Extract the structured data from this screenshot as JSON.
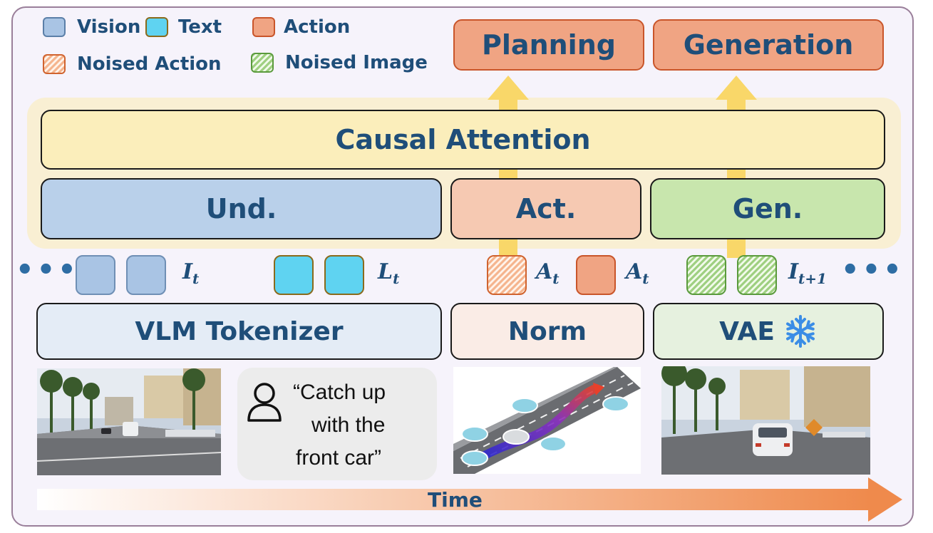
{
  "legend": {
    "vision": "Vision",
    "text": "Text",
    "action": "Action",
    "noised_action": "Noised Action",
    "noised_image": "Noised Image"
  },
  "outputs": {
    "planning": "Planning",
    "generation": "Generation"
  },
  "transformer": {
    "causal_attention": "Causal Attention",
    "und": "Und.",
    "act": "Act.",
    "gen": "Gen."
  },
  "tokens": {
    "dots_left": "•••",
    "dots_right": "•••",
    "vision_symbol": "I",
    "vision_sub": "t",
    "text_symbol": "L",
    "text_sub": "t",
    "noised_action_symbol": "A",
    "noised_action_sub": "t",
    "action_symbol": "A",
    "action_sub": "t",
    "noised_image_symbol": "I",
    "noised_image_sub": "t+1"
  },
  "encoders": {
    "vlm_tokenizer": "VLM Tokenizer",
    "norm": "Norm",
    "vae": "VAE"
  },
  "inputs": {
    "instruction_line1": "“Catch up",
    "instruction_line2": "with the",
    "instruction_line3": "front car”"
  },
  "time_label": "Time",
  "colors": {
    "vision": "#a9c4e4",
    "text": "#5fd3f1",
    "action": "#f0a483",
    "noised_action_border": "#d0632f",
    "noised_image_border": "#5a9a3c",
    "causal_attention": "#fbeebb",
    "und": "#b9d0ea",
    "act": "#f6c9b2",
    "gen": "#c8e6ad",
    "arrow": "#f9d769",
    "time_arrow": "#ef8a4c",
    "title_text": "#1f4e79"
  },
  "icons": {
    "snowflake": "snowflake-icon",
    "user": "user-icon"
  }
}
